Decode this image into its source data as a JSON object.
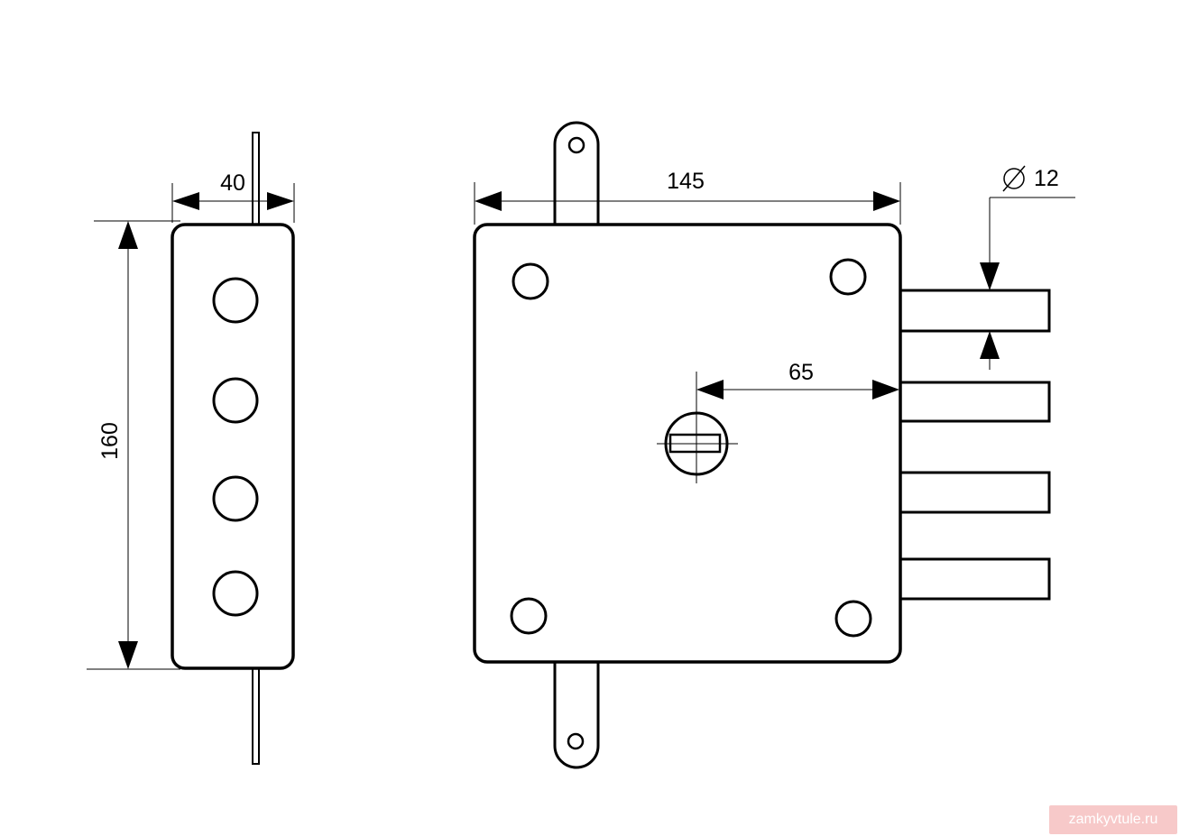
{
  "dimensions": {
    "width_label": "40",
    "height_label": "160",
    "length_label": "145",
    "backset_label": "65",
    "diameter_label": "12"
  },
  "watermark": {
    "text": "zamkyvtule.ru",
    "color": "#f7c9c9"
  },
  "colors": {
    "line": "#000000",
    "background": "#ffffff"
  },
  "icons": {
    "diameter_symbol": "diameter-icon"
  }
}
